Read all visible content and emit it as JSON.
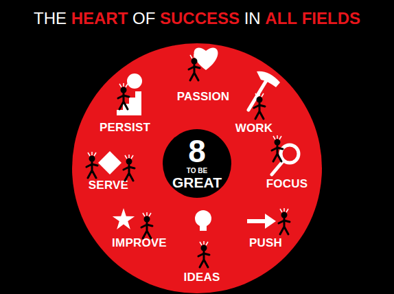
{
  "diagram": {
    "title": "THE HEART OF SUCCESS IN ALL FIELDS",
    "nodes": [
      {
        "text": [
          "PASSION",
          "WORK",
          "FOCUS",
          "PUSH",
          "IDEAS",
          "IMPROVE",
          "SERVE",
          "PERSIST"
        ]
      },
      {
        "text": [
          "8",
          "TO BE",
          "GREAT"
        ],
        "in": 0
      }
    ]
  }
}
